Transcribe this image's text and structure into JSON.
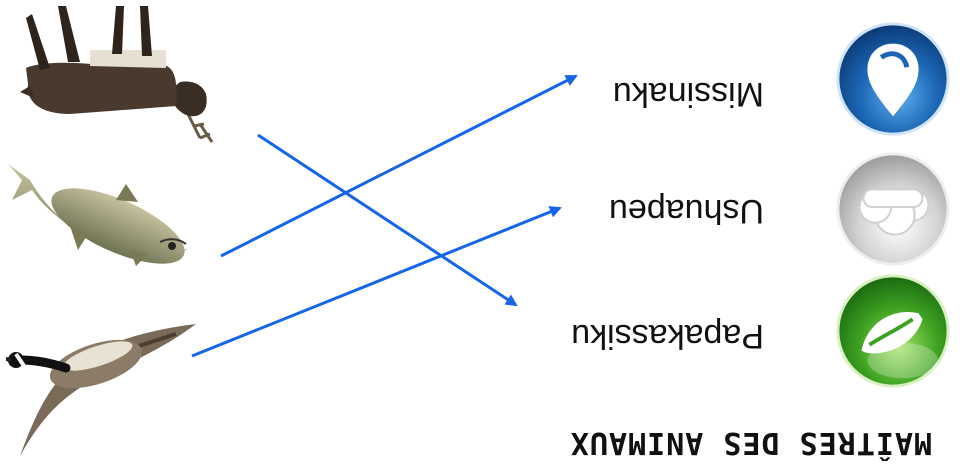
{
  "title": "MAÎTRES DES ANIMAUX",
  "masters": [
    {
      "name": "Papakassiku",
      "icon": "leaf-icon",
      "color": "#2e9b1e"
    },
    {
      "name": "Ushuapeu",
      "icon": "cloud-icon",
      "color": "#bdbdbd"
    },
    {
      "name": "Missinaku",
      "icon": "water-drop-icon",
      "color": "#1a5fa8"
    }
  ],
  "animals": [
    {
      "name": "caribou",
      "icon": "caribou-icon"
    },
    {
      "name": "fish",
      "icon": "fish-icon"
    },
    {
      "name": "goose",
      "icon": "goose-icon"
    }
  ],
  "links": [
    {
      "from": "caribou",
      "to": "Papakassiku"
    },
    {
      "from": "fish",
      "to": "Missinaku"
    },
    {
      "from": "goose",
      "to": "Ushuapeu"
    }
  ],
  "arrow_color": "#1565e8"
}
